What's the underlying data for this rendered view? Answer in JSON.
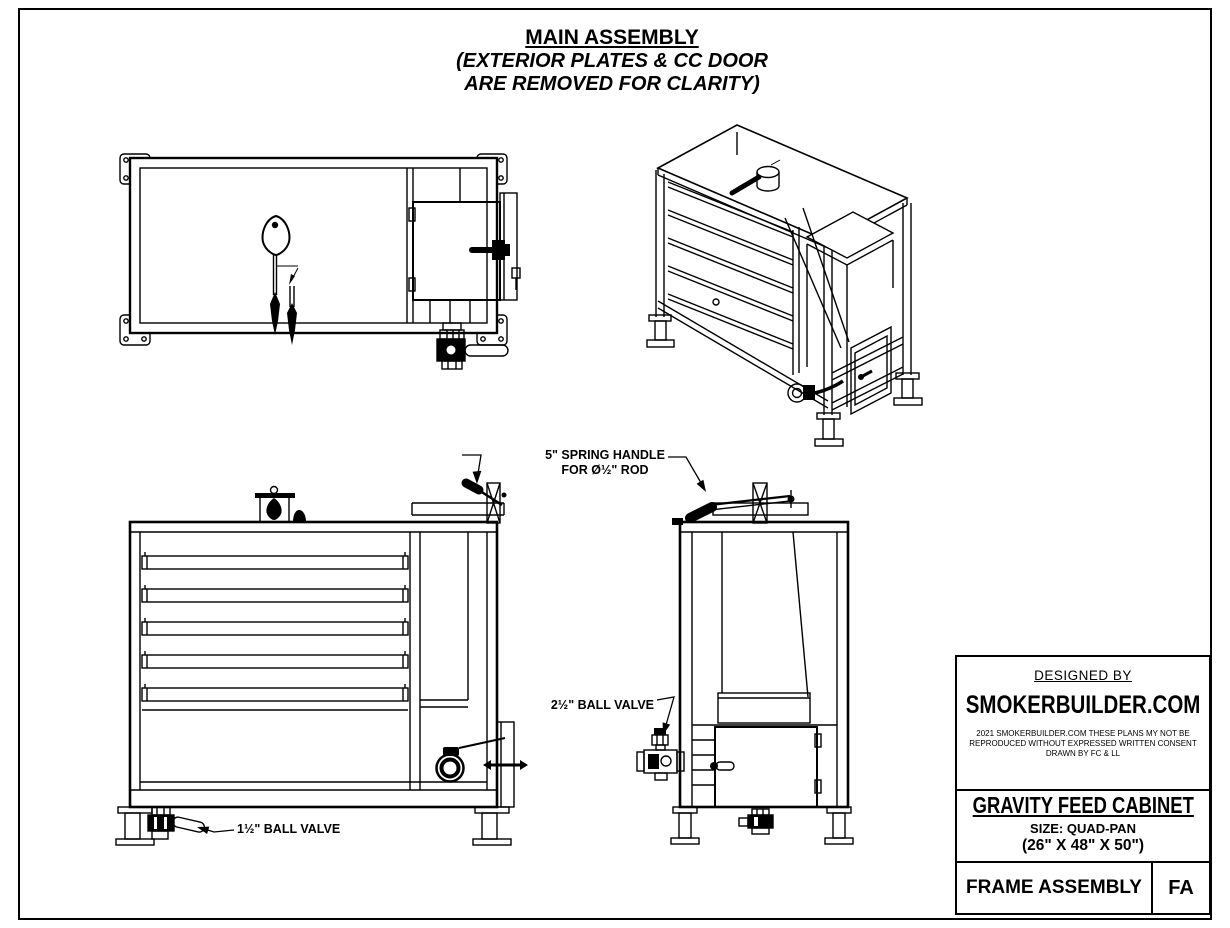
{
  "header": {
    "title": "MAIN ASSEMBLY",
    "subtitle_line1": "(EXTERIOR PLATES & CC DOOR",
    "subtitle_line2": "ARE REMOVED FOR CLARITY)"
  },
  "annotations": {
    "spring_handle_line1": "5\" SPRING HANDLE",
    "spring_handle_line2": "FOR Ø½\" ROD",
    "ball_valve_large": "2½\" BALL VALVE",
    "ball_valve_small": "1½\" BALL VALVE"
  },
  "title_block": {
    "designed_by": "DESIGNED BY",
    "company": "SMOKERBUILDER.COM",
    "copyright_line1": "2021 SMOKERBUILDER.COM THESE PLANS MY NOT BE",
    "copyright_line2": "REPRODUCED WITHOUT EXPRESSED WRITTEN CONSENT",
    "copyright_line3": "DRAWN BY FC & LL",
    "product": "GRAVITY FEED CABINET",
    "size": "SIZE: QUAD-PAN",
    "dimensions": "(26\" X 48\" X 50\")",
    "sheet_title": "FRAME ASSEMBLY",
    "sheet_code": "FA"
  }
}
